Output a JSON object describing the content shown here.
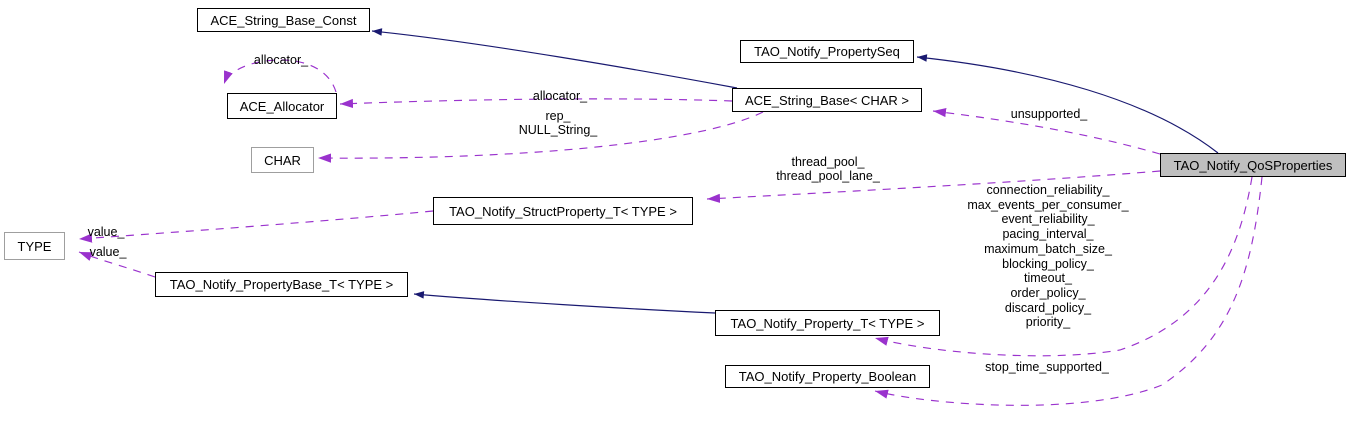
{
  "diagram": {
    "kind": "collaboration-diagram",
    "nodes": {
      "ace_string_base_const": {
        "label": "ACE_String_Base_Const"
      },
      "tao_notify_property_seq": {
        "label": "TAO_Notify_PropertySeq"
      },
      "ace_allocator": {
        "label": "ACE_Allocator"
      },
      "ace_string_base_char": {
        "label": "ACE_String_Base< CHAR >"
      },
      "char": {
        "label": "CHAR"
      },
      "tao_notify_qos_properties": {
        "label": "TAO_Notify_QoSProperties"
      },
      "tao_notify_struct_property_t": {
        "label": "TAO_Notify_StructProperty_T< TYPE >"
      },
      "type": {
        "label": "TYPE"
      },
      "tao_notify_property_base_t": {
        "label": "TAO_Notify_PropertyBase_T< TYPE >"
      },
      "tao_notify_property_t": {
        "label": "TAO_Notify_Property_T< TYPE >"
      },
      "tao_notify_property_boolean": {
        "label": "TAO_Notify_Property_Boolean"
      }
    },
    "edge_labels": {
      "allocator_self": "allocator_",
      "allocator": "allocator_",
      "rep_null_string": "rep_\nNULL_String_",
      "unsupported": "unsupported_",
      "thread_pool": "thread_pool_\nthread_pool_lane_",
      "qos_members": "connection_reliability_\nmax_events_per_consumer_\nevent_reliability_\npacing_interval_\nmaximum_batch_size_\nblocking_policy_\ntimeout_\norder_policy_\ndiscard_policy_\npriority_",
      "value_upper": "value_",
      "value_lower": "value_",
      "stop_time_supported": "stop_time_supported_"
    },
    "colors": {
      "inheritance_edge": "#191970",
      "usage_edge": "#9a32cd",
      "node_border": "#000000",
      "template_node_border": "#9f9f9f",
      "node_fill": "#ffffff",
      "highlight_fill": "#bfbfbf"
    }
  }
}
